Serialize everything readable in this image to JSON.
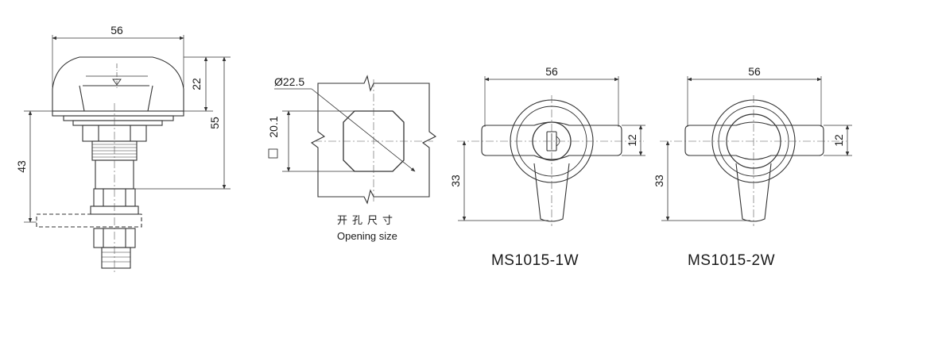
{
  "dimensions": {
    "side_width": "56",
    "side_head_height": "22",
    "side_total_height": "55",
    "side_body_height": "43",
    "hole_diameter": "Ø22.5",
    "hole_flat": "20.1",
    "w1_width": "56",
    "w1_wing": "12",
    "w1_height": "33",
    "w2_width": "56",
    "w2_wing": "12",
    "w2_height": "33"
  },
  "labels": {
    "opening_cn": "开孔尺寸",
    "opening_en": "Opening size",
    "model_1": "MS1015-1W",
    "model_2": "MS1015-2W"
  },
  "colors": {
    "line": "#333333",
    "centerline": "#555555"
  }
}
